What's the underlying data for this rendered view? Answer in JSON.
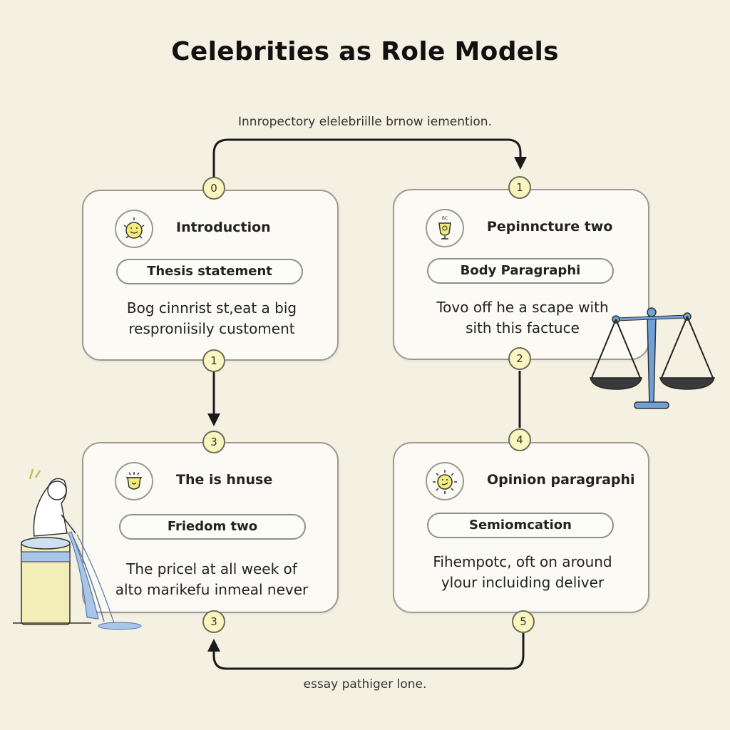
{
  "title": "Celebrities as Role Models",
  "caption_top": "Innropectory elelebriille brnow iemention.",
  "caption_bottom": "essay pathiger lone.",
  "cards": [
    {
      "icon": "sun-face-icon",
      "heading": "Introduction",
      "pill": "Thesis statement",
      "body_line1": "Bog cinnrist st,eat a big",
      "body_line2": "resproniisily customent"
    },
    {
      "icon": "cup-icon",
      "heading": "Pepinncture two",
      "pill": "Body Paragraphi",
      "body_line1": "Tovo off he a scape with",
      "body_line2": "sith this factuce"
    },
    {
      "icon": "cup-icon",
      "heading": "The is hnuse",
      "pill": "Friedom two",
      "body_line1": "The pricel at all week of",
      "body_line2": "alto marikefu inmeal never"
    },
    {
      "icon": "sun-face-icon",
      "heading": "Opinion paragraphi",
      "pill": "Semiomcation",
      "body_line1": "Fihempotc, oft on around",
      "body_line2": "ylour incluiding deliver"
    }
  ],
  "badges": [
    "0",
    "1",
    "1",
    "2",
    "3",
    "4",
    "3",
    "5"
  ],
  "colors": {
    "background": "#f4f1e3",
    "card_fill": "#fbfaf4",
    "badge_fill": "#fbf6bf",
    "icon_yellow": "#f3ec7a",
    "scale_blue": "#6fa0d6"
  },
  "illustrations": [
    "balance-scale-icon",
    "person-pouring-water-icon"
  ]
}
